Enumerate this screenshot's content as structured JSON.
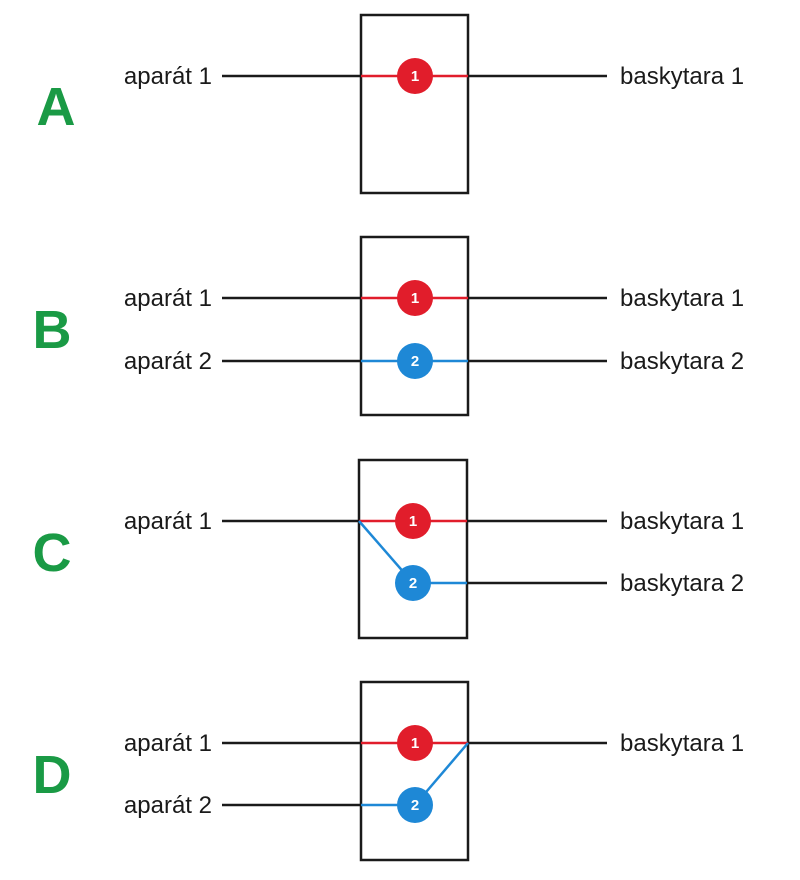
{
  "colors": {
    "letter": "#1a9a45",
    "wire_black": "#1a1a1a",
    "channel_1": "#e11d2b",
    "channel_2": "#1e88d6"
  },
  "panels": [
    {
      "letter": "A",
      "inputs": [
        "aparát 1"
      ],
      "outputs": [
        "baskytara 1"
      ],
      "channels": [
        "1"
      ],
      "routing": "1-to-1"
    },
    {
      "letter": "B",
      "inputs": [
        "aparát 1",
        "aparát 2"
      ],
      "outputs": [
        "baskytara 1",
        "baskytara 2"
      ],
      "channels": [
        "1",
        "2"
      ],
      "routing": "parallel"
    },
    {
      "letter": "C",
      "inputs": [
        "aparát 1"
      ],
      "outputs": [
        "baskytara 1",
        "baskytara 2"
      ],
      "channels": [
        "1",
        "2"
      ],
      "routing": "split"
    },
    {
      "letter": "D",
      "inputs": [
        "aparát 1",
        "aparát 2"
      ],
      "outputs": [
        "baskytara 1"
      ],
      "channels": [
        "1",
        "2"
      ],
      "routing": "merge"
    }
  ]
}
